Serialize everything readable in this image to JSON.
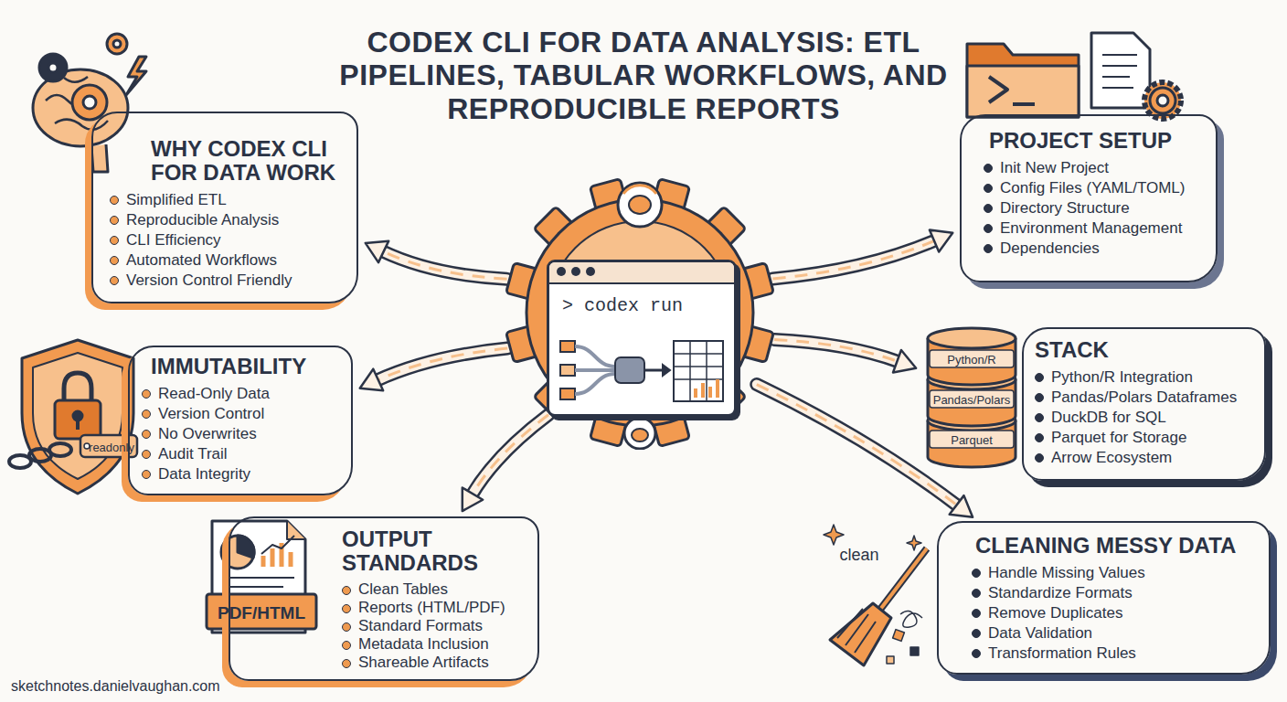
{
  "diagram": {
    "title": "CODEX CLI FOR DATA ANALYSIS: ETL PIPELINES, TABULAR WORKFLOWS, AND REPRODUCIBLE REPORTS",
    "caption": "sketchnotes.danielvaughan.com",
    "nodes": [
      {
        "text": [
          "WHY CODEX CLI FOR DATA WORK",
          "Simplified ETL",
          "Reproducible Analysis",
          "CLI Efficiency",
          "Automated Workflows",
          "Version Control Friendly"
        ]
      },
      {
        "text": [
          "PROJECT SETUP",
          "Init New Project",
          "Config Files (YAML/TOML)",
          "Directory Structure",
          "Environment Management",
          "Dependencies"
        ]
      },
      {
        "text": [
          "> codex run"
        ]
      },
      {
        "text": [
          "IMMUTABILITY",
          "Read-Only Data",
          "Version Control",
          "No Overwrites",
          "Audit Trail",
          "Data Integrity"
        ]
      },
      {
        "text": [
          "STACK",
          "Python/R Integration",
          "Pandas/Polars Dataframes",
          "DuckDB for SQL",
          "Parquet for Storage",
          "Arrow Ecosystem"
        ]
      },
      {
        "text": [
          "OUTPUT STANDARDS",
          "Clean Tables",
          "Reports (HTML/PDF)",
          "Standard Formats",
          "Metadata Inclusion",
          "Shareable Artifacts"
        ]
      },
      {
        "text": [
          "CLEANING MESSY DATA",
          "Handle Missing Values",
          "Standardize Formats",
          "Remove Duplicates",
          "Data Validation",
          "Transformation Rules"
        ]
      }
    ],
    "edges": [
      {
        "from": 2,
        "to": 0,
        "arrow": "to"
      },
      {
        "from": 2,
        "to": 1,
        "arrow": "to"
      },
      {
        "from": 2,
        "to": 3,
        "arrow": "to"
      },
      {
        "from": 2,
        "to": 4,
        "arrow": "to"
      },
      {
        "from": 2,
        "to": 5,
        "arrow": "to"
      },
      {
        "from": 2,
        "to": 6,
        "arrow": "to"
      }
    ],
    "labels": [
      "Python/R",
      "Pandas/Polars",
      "Parquet",
      "readonly",
      "PDF/HTML",
      "clean"
    ]
  }
}
